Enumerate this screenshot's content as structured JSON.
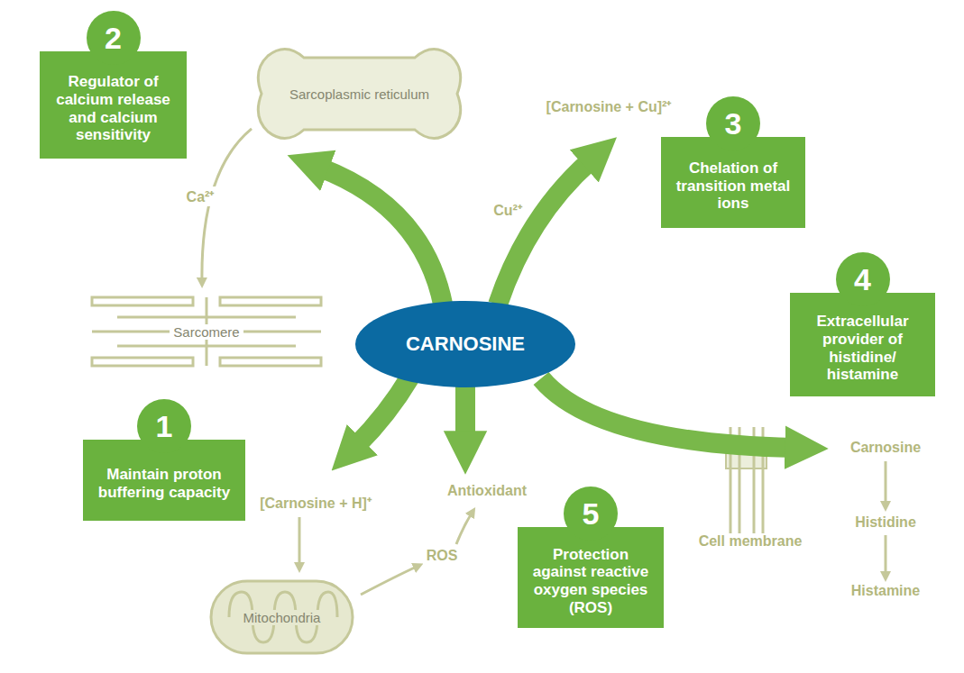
{
  "diagram": {
    "nodes": [
      {
        "text": [
          "2",
          "Regulator of calcium release and calcium sensitivity"
        ]
      },
      {
        "text": [
          "Sarcoplasmic reticulum"
        ]
      },
      {
        "text": [
          "3",
          "Chelation of transition metal ions"
        ]
      },
      {
        "text": [
          "Sarcomere"
        ]
      },
      {
        "text": [
          "CARNOSINE"
        ]
      },
      {
        "text": [
          "4",
          "Extracellular provider of histidine/ histamine"
        ]
      },
      {
        "text": [
          "1",
          "Maintain proton buffering capacity"
        ]
      },
      {
        "text": [
          "5",
          "Protection against reactive oxygen species (ROS)"
        ]
      },
      {
        "text": [
          "Mitochondria"
        ]
      }
    ],
    "edges": [
      {
        "from": 4,
        "to": 1,
        "arrow": "to"
      },
      {
        "from": 1,
        "to": 3,
        "label": "Ca²⁺",
        "arrow": "to"
      }
    ],
    "labels": [
      "[Carnosine + Cu]²⁺",
      "Cu²⁺",
      "[Carnosine + H]⁺",
      "Antioxidant",
      "ROS",
      "Cell membrane",
      "Carnosine",
      "Histidine",
      "Histamine"
    ]
  }
}
